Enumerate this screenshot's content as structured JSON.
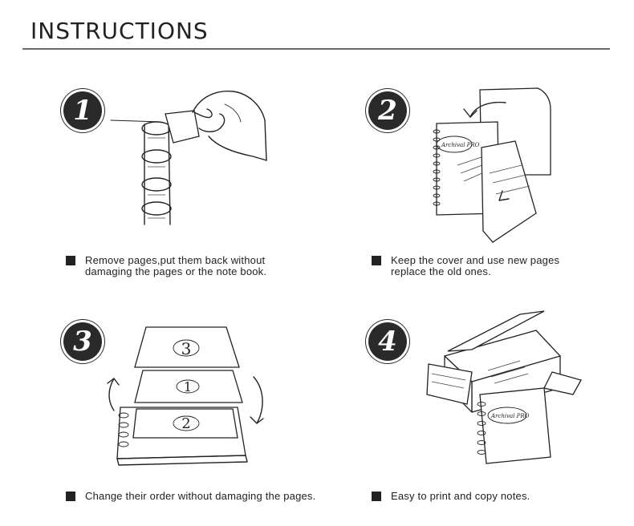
{
  "header": {
    "title": "INSTRUCTIONS"
  },
  "steps": [
    {
      "number": "1",
      "icon": "remove-pages-illustration",
      "caption_lines": [
        "Remove pages,put them back without",
        "damaging the pages or the note book."
      ]
    },
    {
      "number": "2",
      "icon": "replace-pages-illustration",
      "caption_lines": [
        "Keep the cover and use new pages",
        "replace the old ones."
      ],
      "brand_mark": "Archival PRO"
    },
    {
      "number": "3",
      "icon": "reorder-pages-illustration",
      "caption_lines": [
        "Change their order without damaging the pages."
      ],
      "page_labels": [
        "3",
        "1",
        "2"
      ]
    },
    {
      "number": "4",
      "icon": "print-copy-illustration",
      "caption_lines": [
        "Easy to print and copy notes."
      ],
      "brand_mark": "Archival PRO"
    }
  ]
}
